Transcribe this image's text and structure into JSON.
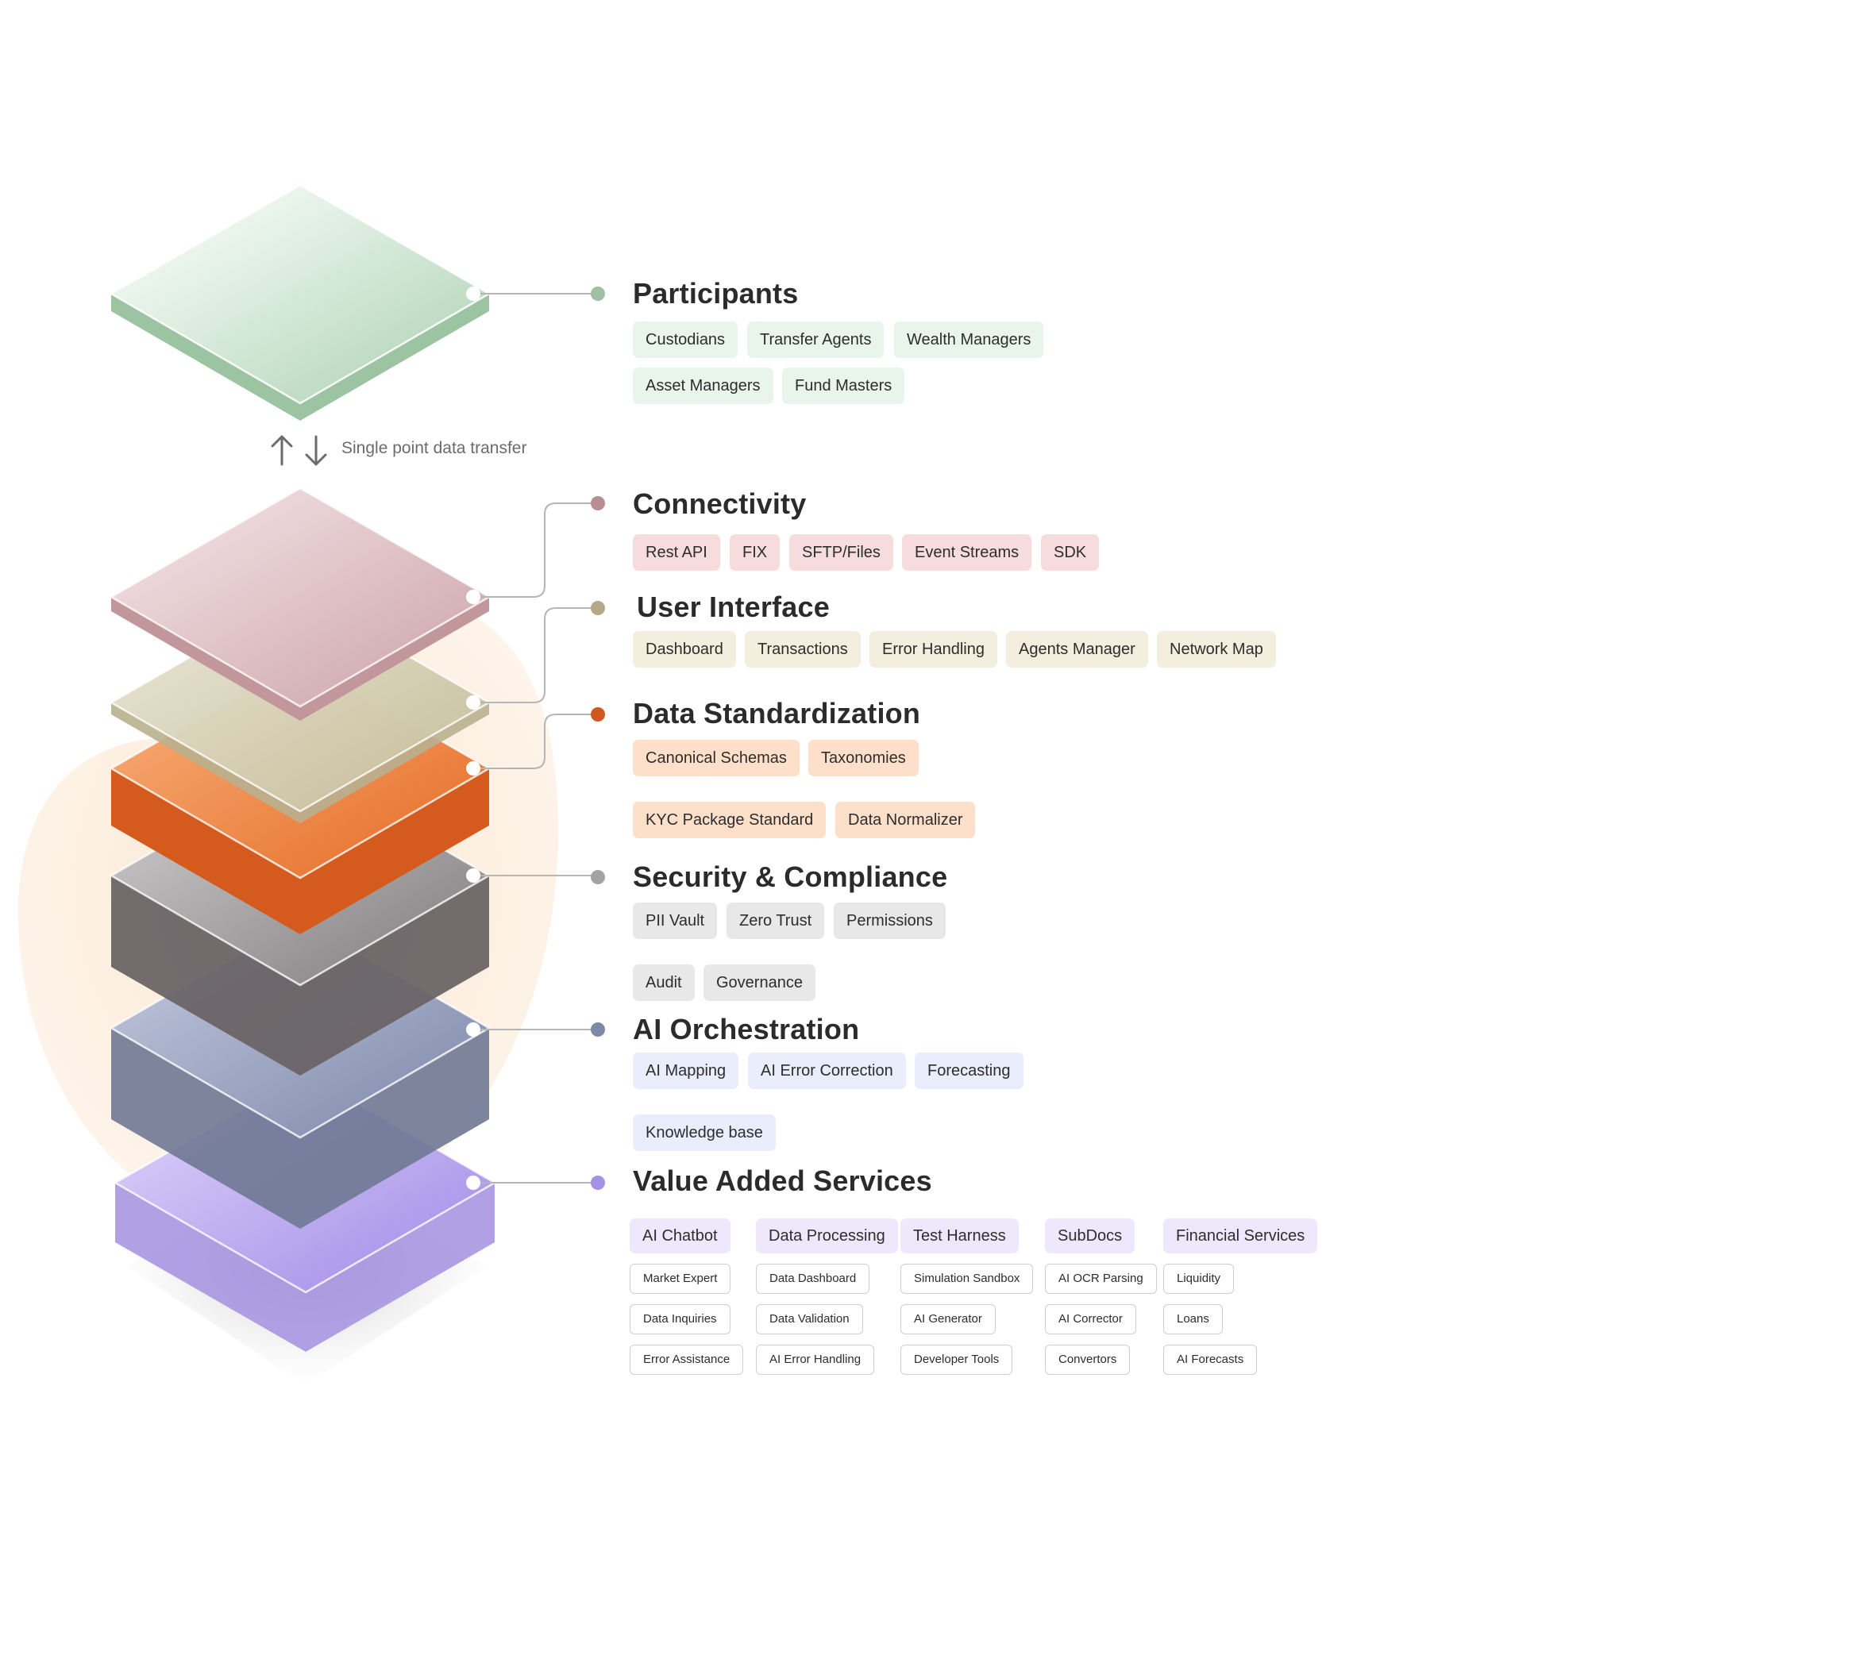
{
  "transfer_label": "Single point data transfer",
  "colors": {
    "participants": "#9cc5a4",
    "connectivity": "#c89aa0",
    "user_interface": "#c9c2a4",
    "data_standardization": "#e06a26",
    "security": "#8f8b8c",
    "ai_orchestration": "#7e89a8",
    "value_added": "#a892e6"
  },
  "sections": [
    {
      "key": "participants",
      "title": "Participants",
      "dot": "#9fc0a4",
      "tag_bg": "#e9f4ea",
      "tags": [
        [
          "Custodians",
          "Transfer Agents",
          "Wealth Managers"
        ],
        [
          "Asset Managers",
          "Fund Masters"
        ]
      ]
    },
    {
      "key": "connectivity",
      "title": "Connectivity",
      "dot": "#b98e92",
      "tag_bg": "#f6dcdc",
      "tags": [
        [
          "Rest API",
          "FIX",
          "SFTP/Files",
          "Event Streams",
          "SDK"
        ]
      ]
    },
    {
      "key": "user_interface",
      "title": "User Interface",
      "dot": "#b3a98a",
      "tag_bg": "#f3eedd",
      "tags": [
        [
          "Dashboard",
          "Transactions",
          "Error Handling",
          "Agents Manager",
          "Network Map"
        ]
      ]
    },
    {
      "key": "data_standardization",
      "title": "Data Standardization",
      "dot": "#d2561f",
      "tag_bg": "#fddfca",
      "tags": [
        [
          "Canonical Schemas",
          "Taxonomies"
        ],
        [
          "KYC Package Standard",
          "Data Normalizer"
        ]
      ]
    },
    {
      "key": "security",
      "title": "Security & Compliance",
      "dot": "#a3a3a3",
      "tag_bg": "#e8e8e8",
      "tags": [
        [
          "PII Vault",
          "Zero Trust",
          "Permissions"
        ],
        [
          "Audit",
          "Governance"
        ]
      ]
    },
    {
      "key": "ai_orchestration",
      "title": "AI Orchestration",
      "dot": "#7e89a8",
      "tag_bg": "#eaedfc",
      "tags": [
        [
          "AI Mapping",
          "AI Error Correction",
          "Forecasting"
        ],
        [
          "Knowledge base"
        ]
      ]
    },
    {
      "key": "value_added",
      "title": "Value Added Services",
      "dot": "#a592e6",
      "tag_bg": "#efe8fd",
      "columns": [
        {
          "title": "AI Chatbot",
          "items": [
            "Market Expert",
            "Data Inquiries",
            "Error Assistance"
          ]
        },
        {
          "title": "Data Processing",
          "items": [
            "Data Dashboard",
            "Data Validation",
            "AI Error Handling"
          ]
        },
        {
          "title": "Test Harness",
          "items": [
            "Simulation Sandbox",
            "AI Generator",
            "Developer Tools"
          ]
        },
        {
          "title": "SubDocs",
          "items": [
            "AI OCR Parsing",
            "AI Corrector",
            "Convertors"
          ]
        },
        {
          "title": "Financial Services",
          "items": [
            "Liquidity",
            "Loans",
            "AI Forecasts"
          ]
        }
      ]
    }
  ]
}
